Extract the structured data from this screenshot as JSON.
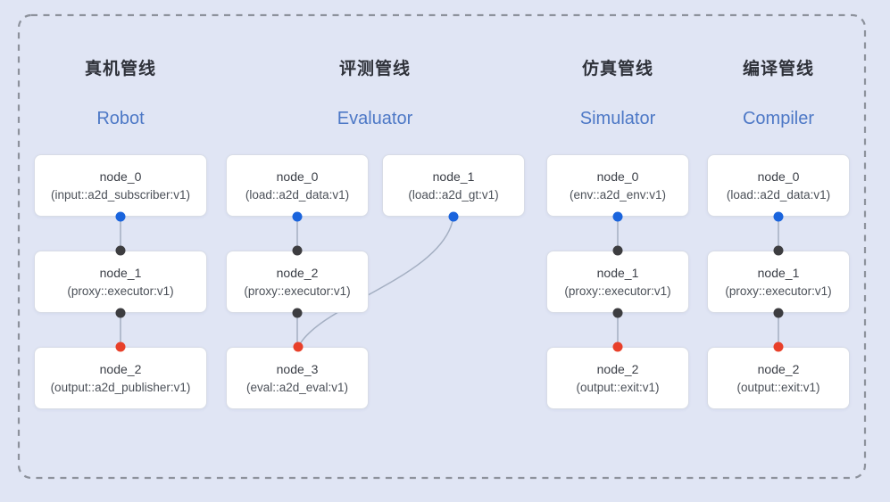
{
  "figure": {
    "background": "#e0e5f4",
    "frame_border_color": "#8d929c"
  },
  "colors": {
    "port_output": "#1a64dd",
    "port_input": "#3d3d40",
    "port_sink": "#e8402a",
    "edge": "#a4afc2",
    "title_zh": "#2f323a",
    "title_en": "#4d78c6"
  },
  "pipelines": [
    {
      "id": "robot",
      "title_zh": "真机管线",
      "title_en": "Robot",
      "nodes": [
        {
          "name": "node_0",
          "type": "(input::a2d_subscriber:v1)"
        },
        {
          "name": "node_1",
          "type": "(proxy::executor:v1)"
        },
        {
          "name": "node_2",
          "type": "(output::a2d_publisher:v1)"
        }
      ]
    },
    {
      "id": "evaluator",
      "title_zh": "评测管线",
      "title_en": "Evaluator",
      "nodes": [
        {
          "name": "node_0",
          "type": "(load::a2d_data:v1)"
        },
        {
          "name": "node_1",
          "type": "(load::a2d_gt:v1)"
        },
        {
          "name": "node_2",
          "type": "(proxy::executor:v1)"
        },
        {
          "name": "node_3",
          "type": "(eval::a2d_eval:v1)"
        }
      ]
    },
    {
      "id": "simulator",
      "title_zh": "仿真管线",
      "title_en": "Simulator",
      "nodes": [
        {
          "name": "node_0",
          "type": "(env::a2d_env:v1)"
        },
        {
          "name": "node_1",
          "type": "(proxy::executor:v1)"
        },
        {
          "name": "node_2",
          "type": "(output::exit:v1)"
        }
      ]
    },
    {
      "id": "compiler",
      "title_zh": "编译管线",
      "title_en": "Compiler",
      "nodes": [
        {
          "name": "node_0",
          "type": "(load::a2d_data:v1)"
        },
        {
          "name": "node_1",
          "type": "(proxy::executor:v1)"
        },
        {
          "name": "node_2",
          "type": "(output::exit:v1)"
        }
      ]
    }
  ],
  "edges": [
    {
      "pipeline": "robot",
      "from": "node_0",
      "to": "node_1"
    },
    {
      "pipeline": "robot",
      "from": "node_1",
      "to": "node_2"
    },
    {
      "pipeline": "evaluator",
      "from": "node_0",
      "to": "node_2"
    },
    {
      "pipeline": "evaluator",
      "from": "node_2",
      "to": "node_3"
    },
    {
      "pipeline": "evaluator",
      "from": "node_1",
      "to": "node_3",
      "shape": "curved"
    },
    {
      "pipeline": "simulator",
      "from": "node_0",
      "to": "node_1"
    },
    {
      "pipeline": "simulator",
      "from": "node_1",
      "to": "node_2"
    },
    {
      "pipeline": "compiler",
      "from": "node_0",
      "to": "node_1"
    },
    {
      "pipeline": "compiler",
      "from": "node_1",
      "to": "node_2"
    }
  ]
}
